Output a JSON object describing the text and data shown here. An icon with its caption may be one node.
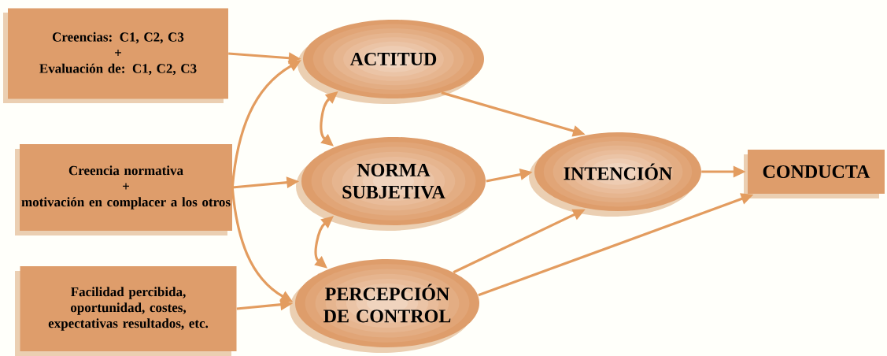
{
  "diagram": {
    "nodes": [
      {
        "text": [
          "Creencias: C1, C2, C3",
          "+",
          "Evaluación de: C1, C2, C3"
        ]
      },
      {
        "text": [
          "Creencia normativa",
          "+",
          "motivación en complacer a los otros"
        ]
      },
      {
        "text": [
          "Facilidad percibida, oportunidad, costes, expectativas resultados, etc."
        ]
      },
      {
        "text": [
          "ACTITUD"
        ]
      },
      {
        "text": [
          "NORMA SUBJETIVA"
        ]
      },
      {
        "text": [
          "PERCEPCIÓN DE CONTROL"
        ]
      },
      {
        "text": [
          "INTENCIÓN"
        ]
      },
      {
        "text": [
          "CONDUCTA"
        ]
      }
    ],
    "edges": [
      {
        "from": 0,
        "to": 3,
        "arrow": "to"
      },
      {
        "from": 1,
        "to": 4,
        "arrow": "to"
      },
      {
        "from": 2,
        "to": 5,
        "arrow": "to"
      },
      {
        "from": 1,
        "to": 3,
        "arrow": "to"
      },
      {
        "from": 1,
        "to": 5,
        "arrow": "to"
      },
      {
        "from": 3,
        "to": 4,
        "arrow": "both"
      },
      {
        "from": 4,
        "to": 5,
        "arrow": "both"
      },
      {
        "from": 3,
        "to": 6,
        "arrow": "to"
      },
      {
        "from": 4,
        "to": 6,
        "arrow": "to"
      },
      {
        "from": 5,
        "to": 6,
        "arrow": "to"
      },
      {
        "from": 6,
        "to": 7,
        "arrow": "to"
      },
      {
        "from": 5,
        "to": 7,
        "arrow": "to"
      }
    ]
  }
}
